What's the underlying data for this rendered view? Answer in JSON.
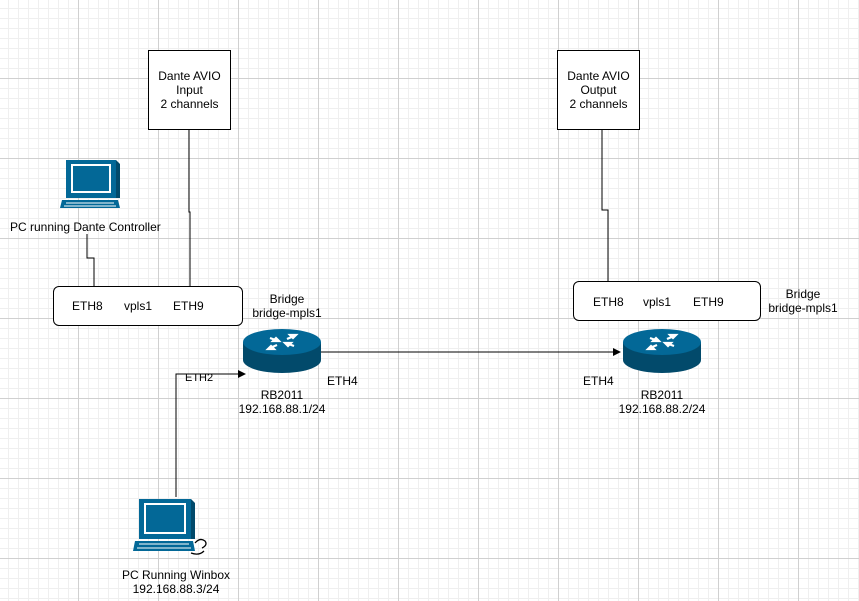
{
  "avio_input": {
    "lines": [
      "Dante AVIO",
      "Input",
      "2 channels"
    ]
  },
  "avio_output": {
    "lines": [
      "Dante AVIO",
      "Output",
      "2 channels"
    ]
  },
  "pc_controller": {
    "label": "PC running Dante Controller"
  },
  "pc_winbox": {
    "lines": [
      "PC Running Winbox",
      "192.168.88.3/24"
    ]
  },
  "left_bridge": {
    "ports": [
      "ETH8",
      "vpls1",
      "ETH9"
    ],
    "title_lines": [
      "Bridge",
      "bridge-mpls1"
    ]
  },
  "right_bridge": {
    "ports": [
      "ETH8",
      "vpls1",
      "ETH9"
    ],
    "title_lines": [
      "Bridge",
      "bridge-mpls1"
    ]
  },
  "left_router": {
    "lines": [
      "RB2011",
      "192.168.88.1/24"
    ],
    "eth_out": "ETH4",
    "eth_in": "ETH2"
  },
  "right_router": {
    "lines": [
      "RB2011",
      "192.168.88.2/24"
    ],
    "eth_in": "ETH4"
  },
  "colors": {
    "device": "#036897",
    "device_dark": "#024a6b"
  }
}
